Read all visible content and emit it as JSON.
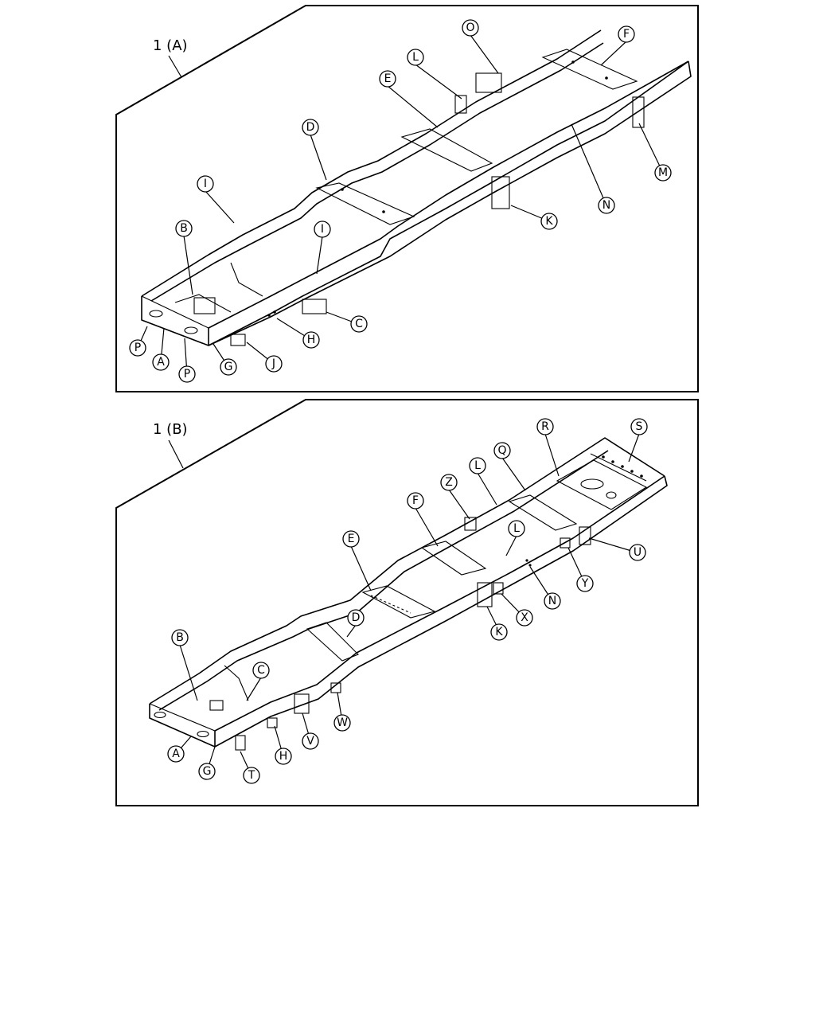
{
  "panels": [
    {
      "title": "1 (A)",
      "callouts": [
        "A",
        "B",
        "C",
        "D",
        "E",
        "F",
        "G",
        "H",
        "I",
        "I",
        "J",
        "K",
        "L",
        "M",
        "N",
        "O",
        "P",
        "P"
      ]
    },
    {
      "title": "1 (B)",
      "callouts": [
        "A",
        "B",
        "C",
        "D",
        "E",
        "F",
        "G",
        "H",
        "K",
        "L",
        "L",
        "N",
        "Q",
        "R",
        "S",
        "T",
        "U",
        "V",
        "W",
        "X",
        "Y",
        "Z"
      ]
    }
  ]
}
